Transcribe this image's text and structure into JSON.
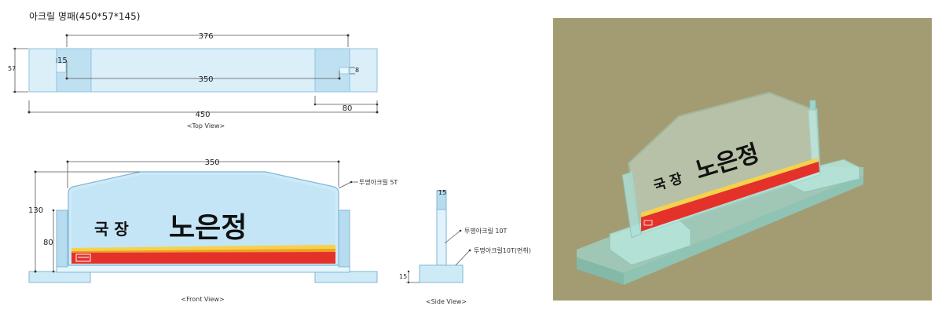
{
  "title": "아크릴 명패(450*57*145)",
  "top_view": {
    "caption": "<Top View>",
    "dim_width_top": "376",
    "dim_height": "57",
    "dim_small": "15",
    "dim_inner": "350",
    "dim_right_small": "8",
    "dim_total": "450",
    "dim_foot": "80"
  },
  "front_view": {
    "caption": "<Front View>",
    "dim_panel_width": "350",
    "dim_total_height": "130",
    "dim_post_height": "80",
    "material_label": "투명아크릴 5T",
    "sign_prefix": "국 장",
    "sign_name": "노은정"
  },
  "side_view": {
    "caption": "<Side View>",
    "dim_top": "15",
    "dim_base": "15",
    "label_post": "투명아크릴 10T",
    "label_base": "투명아크릴10T(면취)"
  },
  "render": {
    "sign_prefix": "국 장",
    "sign_name": "노은정"
  },
  "colors": {
    "acrylic_fill": "#cfeaf7",
    "acrylic_stroke": "#7fb8d6",
    "post_fill": "#b7dcef",
    "stripe_red": "#e4322b",
    "stripe_orange": "#f0a020",
    "stripe_yellow": "#f6d24a",
    "render_bg": "#a39c72"
  }
}
